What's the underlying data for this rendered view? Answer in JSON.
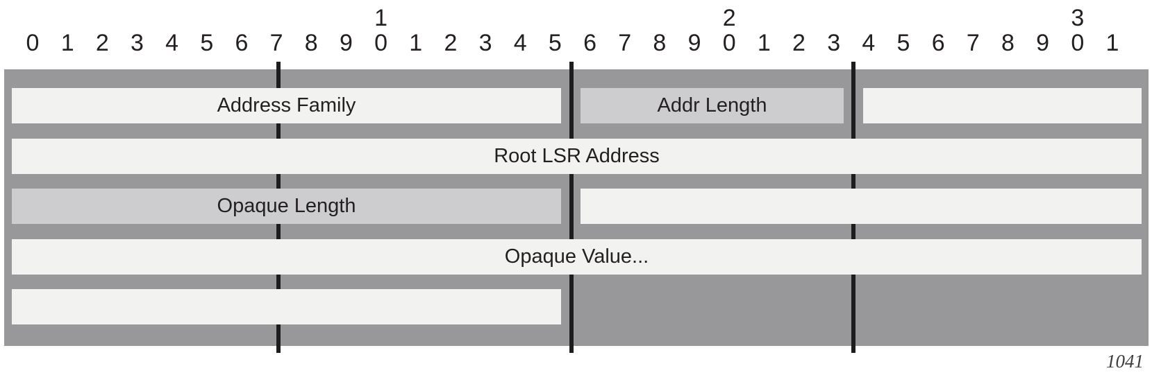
{
  "figure_number": "1041",
  "colors": {
    "band": "#98989b",
    "field_light": "#f2f2f1",
    "field_shaded": "#cdcdcf",
    "line": "#1e1c1d",
    "text": "#242021",
    "fig_text": "#3d3d3d"
  },
  "bit_scale": {
    "tens": [
      "1",
      "2",
      "3"
    ],
    "units": [
      "0",
      "1",
      "2",
      "3",
      "4",
      "5",
      "6",
      "7",
      "8",
      "9",
      "0",
      "1",
      "2",
      "3",
      "4",
      "5",
      "6",
      "7",
      "8",
      "9",
      "0",
      "1",
      "2",
      "3",
      "4",
      "5",
      "6",
      "7",
      "8",
      "9",
      "0",
      "1"
    ]
  },
  "rows": [
    {
      "fields": [
        {
          "label": "Address Family",
          "bits": "0-15",
          "shaded": false
        },
        {
          "label": "Addr Length",
          "bits": "16-23",
          "shaded": true
        },
        {
          "label": "",
          "bits": "24-31",
          "shaded": false
        }
      ]
    },
    {
      "fields": [
        {
          "label": "Root LSR Address",
          "bits": "0-31",
          "shaded": false
        }
      ]
    },
    {
      "fields": [
        {
          "label": "Opaque Length",
          "bits": "0-15",
          "shaded": true
        },
        {
          "label": "",
          "bits": "16-31",
          "shaded": false
        }
      ]
    },
    {
      "fields": [
        {
          "label": "Opaque Value...",
          "bits": "0-31",
          "shaded": false
        }
      ]
    },
    {
      "fields": [
        {
          "label": "",
          "bits": "0-15",
          "shaded": false
        }
      ]
    }
  ]
}
